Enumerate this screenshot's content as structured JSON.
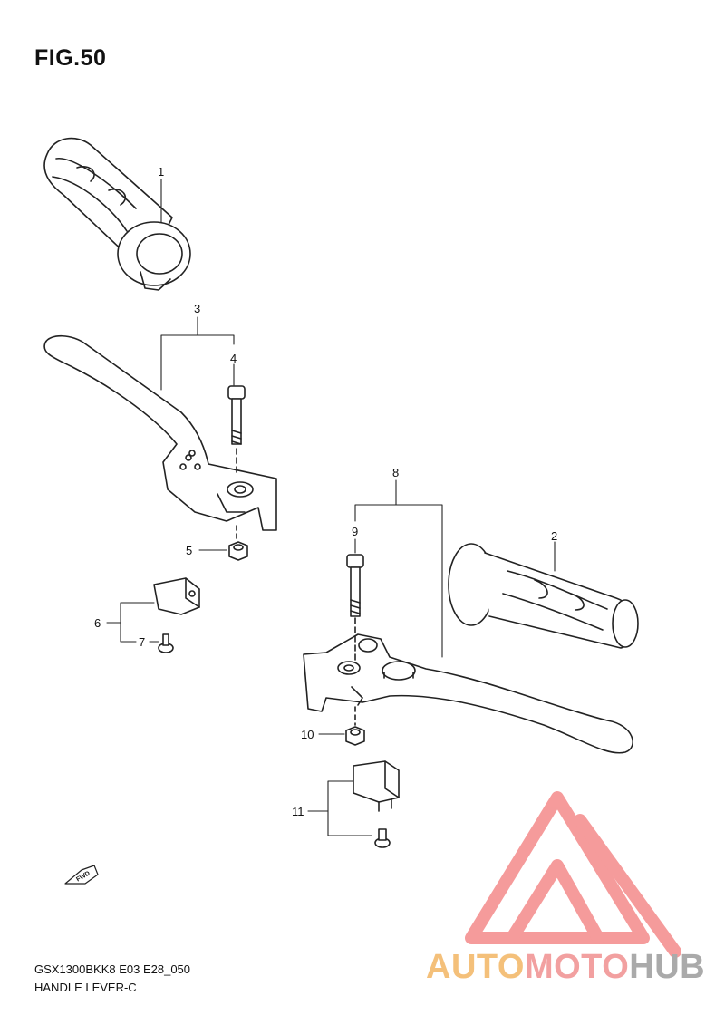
{
  "figure": {
    "title": "FIG.50"
  },
  "footer": {
    "model_code": "GSX1300BKK8 E03 E28_050",
    "section_name": "HANDLE LEVER-C"
  },
  "callouts": [
    {
      "id": "1",
      "part": "left-grip"
    },
    {
      "id": "2",
      "part": "right-grip"
    },
    {
      "id": "3",
      "part": "clutch-lever"
    },
    {
      "id": "4",
      "part": "clutch-lever-bolt"
    },
    {
      "id": "5",
      "part": "clutch-lever-nut"
    },
    {
      "id": "6",
      "part": "clutch-lever-switch"
    },
    {
      "id": "7",
      "part": "clutch-switch-screw"
    },
    {
      "id": "8",
      "part": "front-brake-lever"
    },
    {
      "id": "9",
      "part": "brake-lever-bolt"
    },
    {
      "id": "10",
      "part": "brake-lever-nut"
    },
    {
      "id": "11",
      "part": "front-brake-switch"
    }
  ],
  "fwd_arrow": {
    "label": "FWD"
  },
  "watermark": {
    "part_a": "AUTO",
    "part_b": "MOTO",
    "part_c": "HUB",
    "colors": {
      "auto": "#f4c07a",
      "moto": "#f2a0a0",
      "hub": "#aaaaaa",
      "triangle": "#f28080"
    }
  }
}
